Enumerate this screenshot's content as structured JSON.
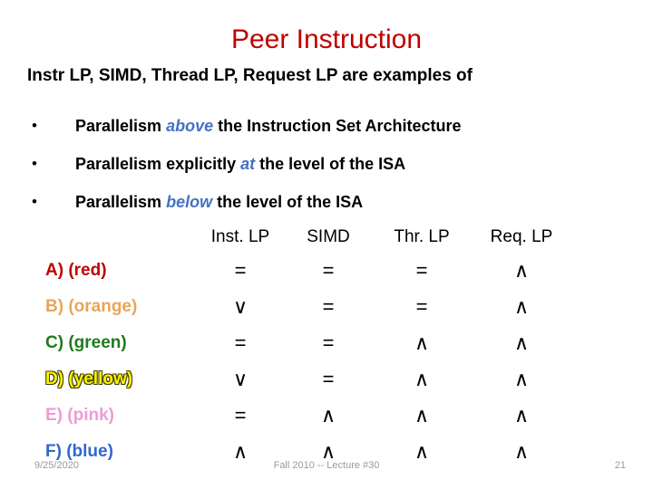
{
  "slide": {
    "title": "Peer Instruction",
    "subtitle": "Instr LP, SIMD, Thread LP, Request LP are examples of",
    "bullet_marker": "•",
    "bullets": [
      {
        "pre": "Parallelism ",
        "em": "above",
        "post": " the Instruction Set Architecture"
      },
      {
        "pre": "Parallelism explicitly ",
        "em": "at",
        "post": " the level of the ISA"
      },
      {
        "pre": "Parallelism ",
        "em": "below",
        "post": " the level of the ISA"
      }
    ]
  },
  "table": {
    "columns": [
      "Inst. LP",
      "SIMD",
      "Thr. LP",
      "Req. LP"
    ],
    "rows": [
      {
        "label": "A) (red)",
        "color_key": "red",
        "cells": [
          "=",
          "=",
          "=",
          "∧"
        ]
      },
      {
        "label": "B) (orange)",
        "color_key": "orange",
        "cells": [
          "∨",
          "=",
          "=",
          "∧"
        ]
      },
      {
        "label": "C) (green)",
        "color_key": "green",
        "cells": [
          "=",
          "=",
          "∧",
          "∧"
        ]
      },
      {
        "label": "D) (yellow)",
        "color_key": "yellow",
        "cells": [
          "∨",
          "=",
          "∧",
          "∧"
        ]
      },
      {
        "label": "E) (pink)",
        "color_key": "pink",
        "cells": [
          "=",
          "∧",
          "∧",
          "∧"
        ]
      },
      {
        "label": "F) (blue)",
        "color_key": "blue",
        "cells": [
          "∧",
          "∧",
          "∧",
          "∧"
        ]
      }
    ]
  },
  "colors": {
    "title_red": "#C00000",
    "emphasis_blue": "#4472C4",
    "red": "#C00000",
    "orange": "#E8A55C",
    "green": "#1E7B1E",
    "yellow": "#FFF200",
    "pink": "#F09AD8",
    "blue": "#3366CC",
    "footer_gray": "#9A9A9A"
  },
  "footer": {
    "date": "9/25/2020",
    "center": "Fall 2010 -- Lecture #30",
    "page": "21"
  }
}
